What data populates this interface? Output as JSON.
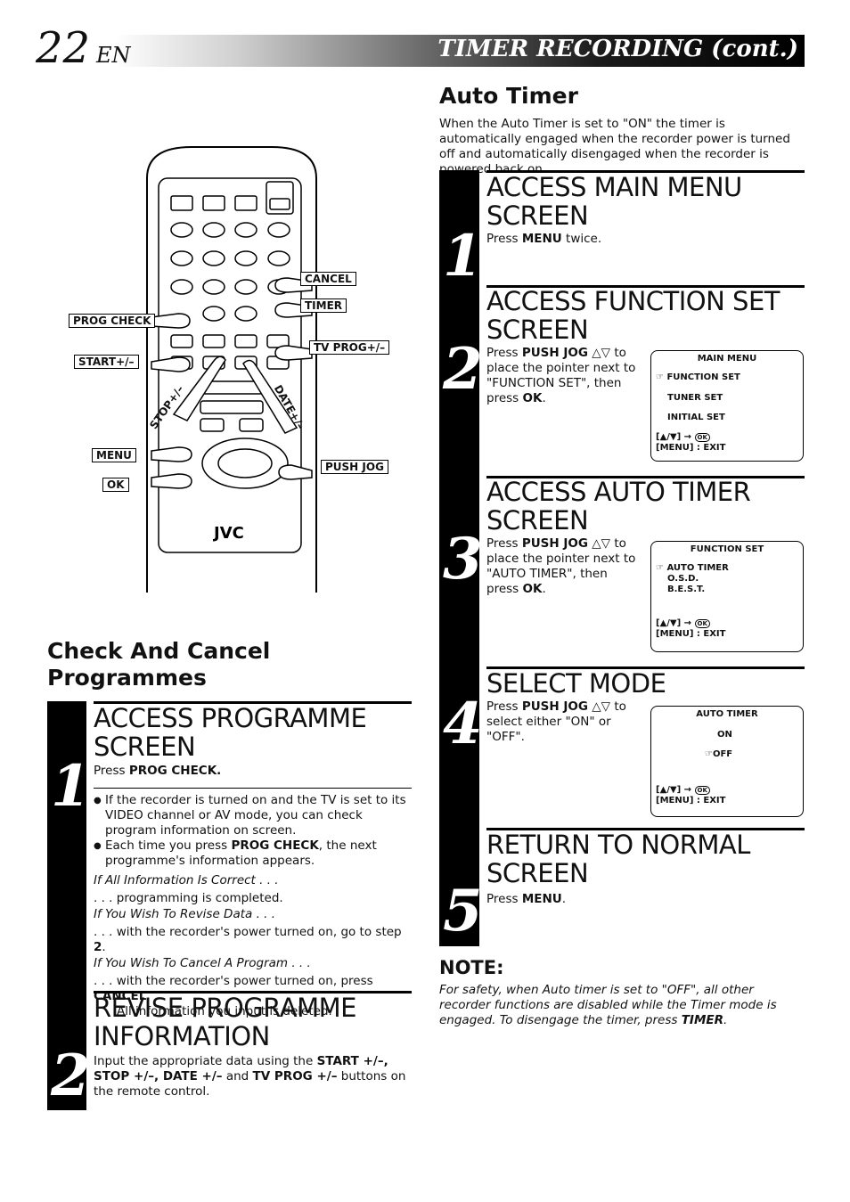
{
  "header": {
    "page_number": "22",
    "lang": "EN",
    "title": "TIMER RECORDING (cont.)"
  },
  "remote": {
    "brand": "JVC",
    "labels": {
      "cancel": "CANCEL",
      "timer": "TIMER",
      "prog_check": "PROG CHECK",
      "tv_prog": "TV PROG+/–",
      "start": "START+/–",
      "stop": "STOP+/–",
      "date": "DATE+/–",
      "menu": "MENU",
      "ok": "OK",
      "push_jog": "PUSH JOG"
    }
  },
  "check_cancel": {
    "heading_line1": "Check And Cancel",
    "heading_line2": "Programmes",
    "step1": {
      "num": "1",
      "title_line1": "ACCESS PROGRAMME",
      "title_line2": "SCREEN",
      "press_prefix": "Press ",
      "press_key": "PROG CHECK.",
      "bullet1": "If the recorder is turned on and the TV is set to its VIDEO channel or AV mode, you can check program information on screen.",
      "bullet2_prefix": "Each time you press ",
      "bullet2_key": "PROG CHECK",
      "bullet2_suffix": ", the next programme's information appears.",
      "if_correct": "If All Information Is Correct . . .",
      "completed": ". . . programming is completed.",
      "if_revise": "If You Wish To Revise Data . . .",
      "revise_text_prefix": ". . . with the recorder's power turned on, go to step ",
      "revise_step": "2",
      "revise_text_suffix": ".",
      "if_cancel": "If You Wish To Cancel A Program . . .",
      "cancel_prefix": ". . . with the recorder's power turned on, press ",
      "cancel_key": "CANCEL",
      "cancel_suffix": ".",
      "cancel_line2": "All information you input is deleted."
    },
    "step2": {
      "num": "2",
      "title_line1": "REVISE PROGRAMME",
      "title_line2": "INFORMATION",
      "text_prefix": "Input the appropriate data using the ",
      "keys1": "START +/–, STOP +/–, DATE +/–",
      "and": " and ",
      "keys2": "TV PROG +/–",
      "text_suffix": " buttons on the remote control."
    }
  },
  "auto_timer": {
    "heading": "Auto Timer",
    "intro": "When the Auto Timer is set to \"ON\" the timer is automatically engaged when the recorder power is turned off and automatically disengaged when the recorder is powered back on.",
    "steps": [
      {
        "num": "1",
        "title_line1": "ACCESS MAIN MENU",
        "title_line2": "SCREEN",
        "pre": "Press ",
        "key": "MENU",
        "post": " twice."
      },
      {
        "num": "2",
        "title_line1": "ACCESS FUNCTION SET",
        "title_line2": "SCREEN",
        "pre": "Press ",
        "key": "PUSH JOG",
        "post": " △▽ to place the pointer next to \"FUNCTION SET\", then press ",
        "key2": "OK",
        "post2": "."
      },
      {
        "num": "3",
        "title_line1": "ACCESS AUTO TIMER",
        "title_line2": "SCREEN",
        "pre": "Press ",
        "key": "PUSH JOG",
        "post": " △▽ to place the pointer next to \"AUTO TIMER\", then press ",
        "key2": "OK",
        "post2": "."
      },
      {
        "num": "4",
        "title_line1": "SELECT MODE",
        "title_line2": "",
        "pre": "Press ",
        "key": "PUSH JOG",
        "post": " △▽ to select either \"ON\" or \"OFF\"."
      },
      {
        "num": "5",
        "title_line1": "RETURN TO NORMAL",
        "title_line2": "SCREEN",
        "pre": "Press ",
        "key": "MENU",
        "post": "."
      }
    ],
    "osd_main": {
      "title": "MAIN MENU",
      "items": [
        "FUNCTION SET",
        "TUNER SET",
        "INITIAL SET"
      ],
      "footer1": "[▲/▼] →",
      "ok": "OK",
      "footer2": "[MENU] : EXIT"
    },
    "osd_function": {
      "title": "FUNCTION SET",
      "items": [
        "AUTO TIMER",
        "O.S.D.",
        "B.E.S.T."
      ],
      "footer1": "[▲/▼] →",
      "ok": "OK",
      "footer2": "[MENU] : EXIT"
    },
    "osd_auto": {
      "title": "AUTO TIMER",
      "items": [
        "ON",
        "OFF"
      ],
      "footer1": "[▲/▼] →",
      "ok": "OK",
      "footer2": "[MENU] : EXIT"
    },
    "note": {
      "heading": "NOTE:",
      "text": "For safety, when Auto timer is set to \"OFF\", all other recorder functions are disabled while the Timer mode is engaged. To disengage the timer, press ",
      "key": "TIMER",
      "end": "."
    }
  }
}
